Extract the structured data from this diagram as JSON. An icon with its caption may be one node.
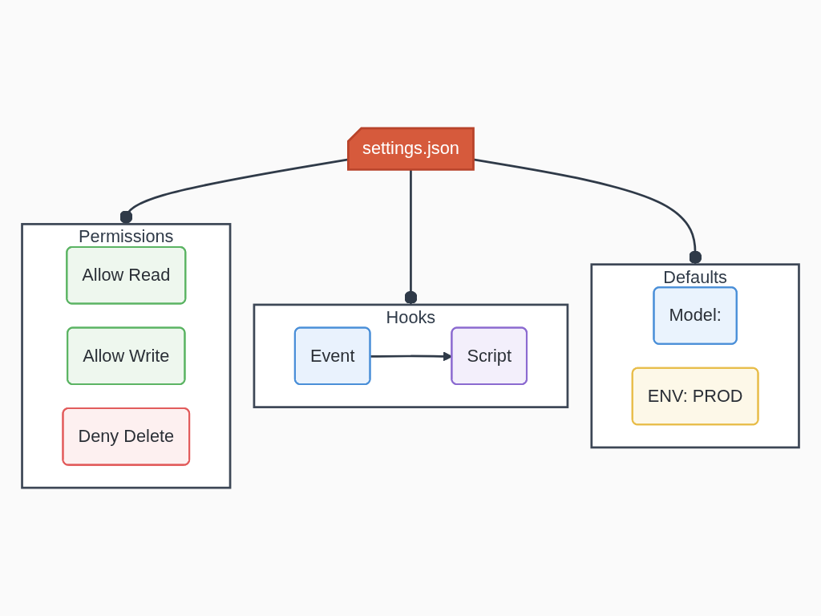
{
  "diagram": {
    "nodes": [
      {
        "text": [
          "settings.json"
        ]
      },
      {
        "text": [
          "Permissions"
        ]
      },
      {
        "text": [
          "Allow Read"
        ],
        "in": 1
      },
      {
        "text": [
          "Allow Write"
        ],
        "in": 1
      },
      {
        "text": [
          "Deny Delete"
        ],
        "in": 1
      },
      {
        "text": [
          "Hooks"
        ]
      },
      {
        "text": [
          "Event"
        ],
        "in": 5
      },
      {
        "text": [
          "Script"
        ],
        "in": 5
      },
      {
        "text": [
          "Defaults"
        ]
      },
      {
        "text": [
          "Model:"
        ],
        "in": 8
      },
      {
        "text": [
          "ENV: PROD"
        ],
        "in": 8
      }
    ],
    "edges": [
      {
        "from": 0,
        "to": 1,
        "arrow": "other"
      },
      {
        "from": 0,
        "to": 5,
        "arrow": "other"
      },
      {
        "from": 0,
        "to": 8,
        "arrow": "other"
      },
      {
        "from": 6,
        "to": 7,
        "arrow": "to"
      }
    ]
  }
}
